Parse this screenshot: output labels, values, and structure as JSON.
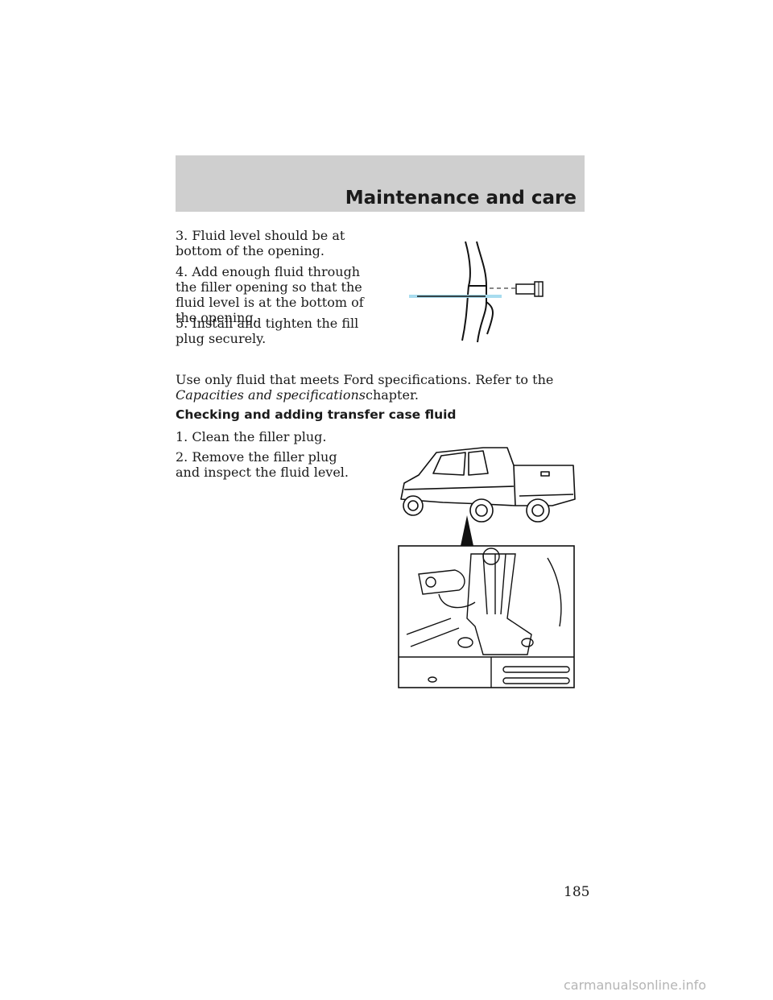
{
  "header": {
    "title": "Maintenance and care"
  },
  "steps_top": [
    "3. Fluid level should be at bottom of the opening.",
    "4. Add enough fluid through the filler opening so that the fluid level is at the bottom of the opening.",
    "5. Install and tighten the fill plug securely."
  ],
  "note": {
    "text": "Use only fluid that meets Ford specifications. Refer to the",
    "link_em": "Capacities and specifications",
    "suffix": "chapter."
  },
  "section": {
    "heading": "Checking and adding transfer case fluid",
    "steps": [
      "1. Clean the filler plug.",
      "2. Remove the filler plug and inspect the fluid level."
    ]
  },
  "page_number": "185",
  "watermark": "carmanualsonline.info",
  "colors": {
    "header_band": "#cfcfcf",
    "fluid_line": "#a8dcef"
  }
}
